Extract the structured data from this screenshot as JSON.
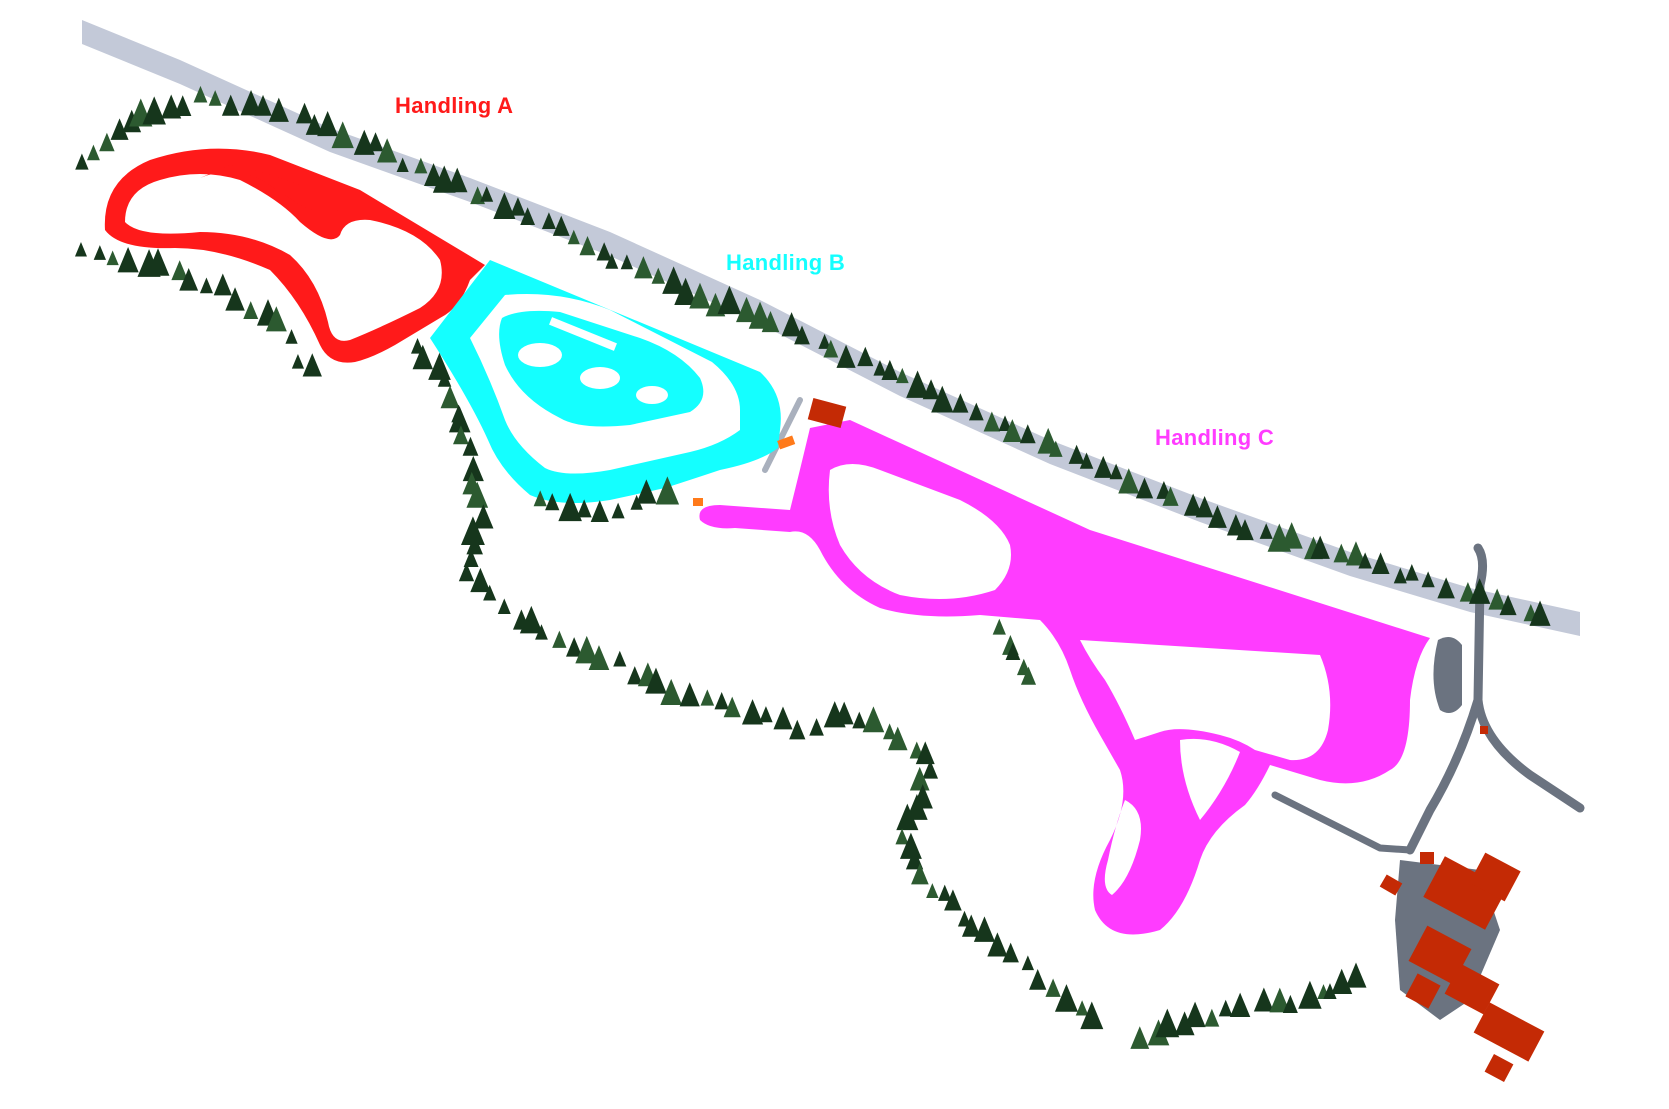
{
  "map": {
    "colors": {
      "background": "#ffffff",
      "road": "#c3c9d8",
      "service_road": "#6b7380",
      "tree": "#16361c",
      "tree_light": "#2c5a30",
      "building": "#c42a05",
      "connector": "#ff7a1a"
    },
    "tracks": [
      {
        "id": "a",
        "label": "Handling A",
        "color": "#ff1a1a"
      },
      {
        "id": "b",
        "label": "Handling B",
        "color": "#14ffff"
      },
      {
        "id": "c",
        "label": "Handling C",
        "color": "#ff3cff"
      }
    ],
    "icons": {
      "tree": "tree-icon",
      "building": "building-icon"
    }
  }
}
